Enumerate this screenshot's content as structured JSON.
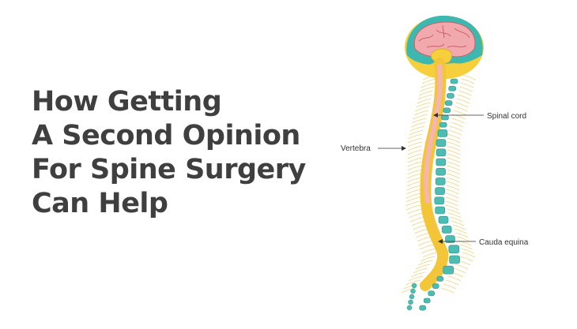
{
  "headline": {
    "lines": [
      "How Getting",
      "A Second Opinion",
      "For Spine Surgery",
      "Can Help"
    ]
  },
  "labels": {
    "spinal_cord": "Spinal cord",
    "vertebra": "Vertebra",
    "cauda_equina": "Cauda equina"
  },
  "colors": {
    "headline": "#3f3f3f",
    "brain": "#f2a9ad",
    "brain_outline": "#c9606a",
    "skull_teal": "#3db8b0",
    "skull_yellow": "#f6cf3c",
    "vertebra_teal": "#4bbdb3",
    "nerve_yellow": "#f3c63a",
    "cord_pink": "#f4b6ae"
  }
}
